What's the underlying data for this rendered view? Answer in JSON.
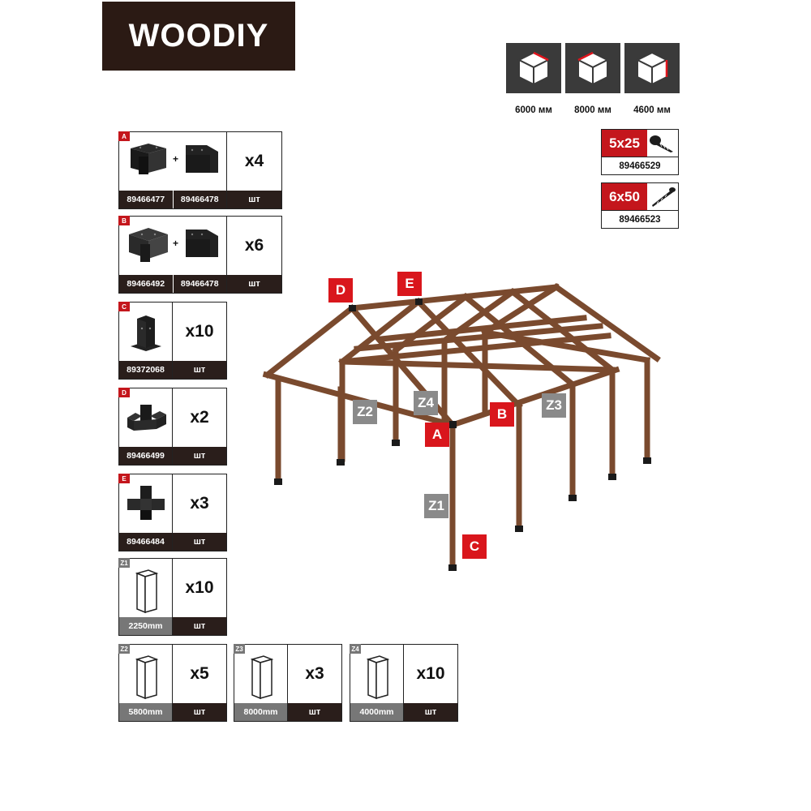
{
  "brand": {
    "name": "WOODIY"
  },
  "dimensions": [
    {
      "value": "6000 мм"
    },
    {
      "value": "8000 мм"
    },
    {
      "value": "4600 мм"
    }
  ],
  "screws": [
    {
      "size": "5x25",
      "code": "89466529"
    },
    {
      "size": "6x50",
      "code": "89466523"
    }
  ],
  "parts": {
    "A": {
      "letter": "A",
      "codes": [
        "89466477",
        "89466478"
      ],
      "qty": "x4",
      "unit": "шт"
    },
    "B": {
      "letter": "B",
      "codes": [
        "89466492",
        "89466478"
      ],
      "qty": "x6",
      "unit": "шт"
    },
    "C": {
      "letter": "C",
      "code": "89372068",
      "qty": "x10",
      "unit": "шт"
    },
    "D": {
      "letter": "D",
      "code": "89466499",
      "qty": "x2",
      "unit": "шт"
    },
    "E": {
      "letter": "E",
      "code": "89466484",
      "qty": "x3",
      "unit": "шт"
    },
    "Z1": {
      "letter": "Z1",
      "length": "2250mm",
      "qty": "x10",
      "unit": "шт"
    },
    "Z2": {
      "letter": "Z2",
      "length": "5800mm",
      "qty": "x5",
      "unit": "шт"
    },
    "Z3": {
      "letter": "Z3",
      "length": "8000mm",
      "qty": "x3",
      "unit": "шт"
    },
    "Z4": {
      "letter": "Z4",
      "length": "4000mm",
      "qty": "x10",
      "unit": "шт"
    }
  },
  "plus_sign": "+",
  "diagram_labels": {
    "D": "D",
    "E": "E",
    "A": "A",
    "B": "B",
    "C": "C",
    "Z1": "Z1",
    "Z2": "Z2",
    "Z3": "Z3",
    "Z4": "Z4"
  },
  "colors": {
    "accent_red": "#c4161c",
    "wood": "#7a4a2e",
    "dark": "#2a1e1b",
    "label_grey": "#8a8a8a"
  }
}
